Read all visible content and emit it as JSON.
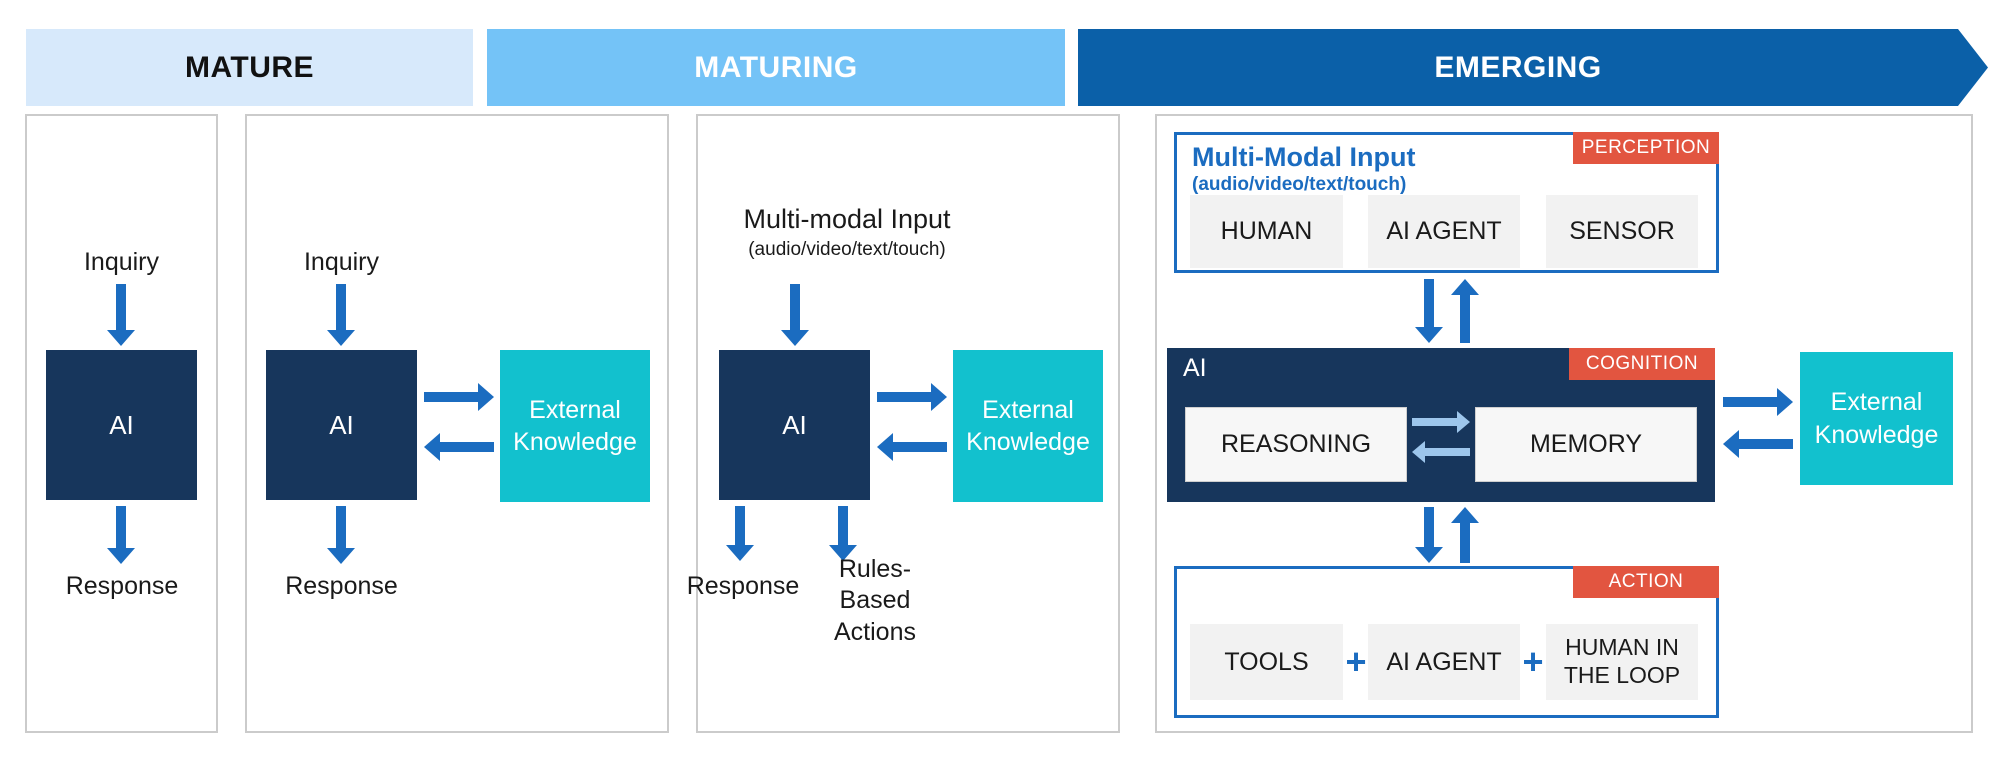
{
  "header": {
    "stages": [
      {
        "label": "MATURE"
      },
      {
        "label": "MATURING"
      },
      {
        "label": "EMERGING"
      }
    ]
  },
  "panel1": {
    "input": "Inquiry",
    "ai": "AI",
    "output": "Response"
  },
  "panel2": {
    "input": "Inquiry",
    "ai": "AI",
    "external": "External Knowledge",
    "output": "Response"
  },
  "panel3": {
    "title": "Multi-modal Input",
    "subtitle": "(audio/video/text/touch)",
    "ai": "AI",
    "external": "External Knowledge",
    "output1": "Response",
    "output2": "Rules-Based Actions"
  },
  "panel4": {
    "perception": {
      "tag": "PERCEPTION",
      "title": "Multi-Modal Input",
      "subtitle": "(audio/video/text/touch)",
      "items": [
        "HUMAN",
        "AI AGENT",
        "SENSOR"
      ]
    },
    "cognition": {
      "tag": "COGNITION",
      "label": "AI",
      "items": [
        "REASONING",
        "MEMORY"
      ]
    },
    "action": {
      "tag": "ACTION",
      "items": [
        "TOOLS",
        "AI AGENT",
        "HUMAN IN THE LOOP"
      ],
      "plus": "+"
    },
    "external": "External Knowledge"
  },
  "colors": {
    "navy": "#17365C",
    "teal": "#12C1CE",
    "arrow_blue": "#1B6CC0",
    "light_arrow": "#9DC6EC",
    "tag_red": "#E25540",
    "header_mature": "#D7E9FB",
    "header_maturing": "#74C3F7",
    "header_emerging": "#0B60A8"
  }
}
